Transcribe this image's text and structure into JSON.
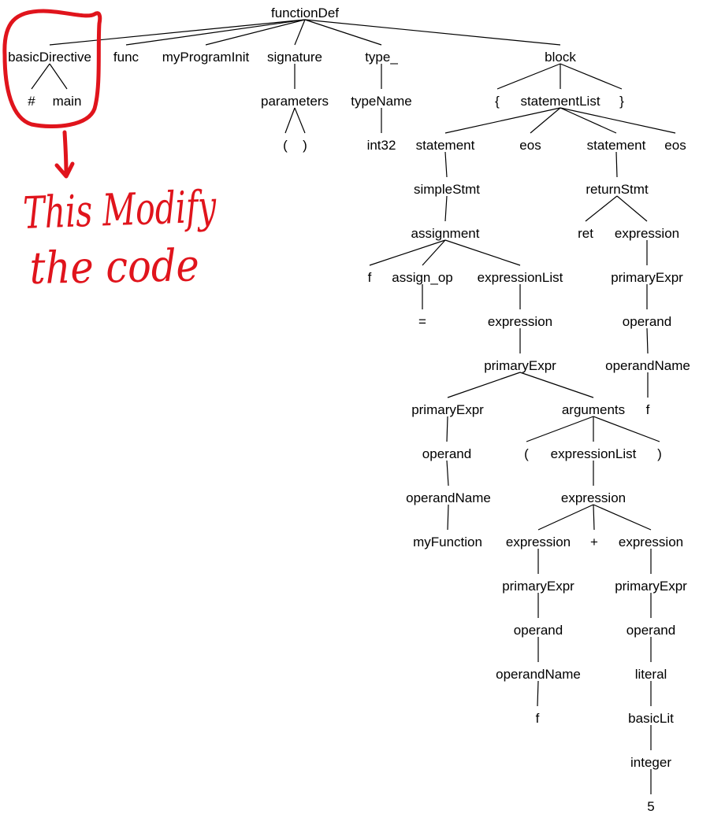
{
  "colors": {
    "text": "#000000",
    "edge": "#000000",
    "annotation": "#e0141c",
    "background": "#ffffff"
  },
  "tree": {
    "functionDef": "functionDef",
    "basicDirective": "basicDirective",
    "hash": "#",
    "main": "main",
    "func": "func",
    "myProgramInit": "myProgramInit",
    "signature": "signature",
    "parameters": "parameters",
    "lparen_params": "(",
    "rparen_params": ")",
    "type_": "type_",
    "typeName": "typeName",
    "int32": "int32",
    "block": "block",
    "lbrace": "{",
    "statementList": "statementList",
    "rbrace": "}",
    "statement1": "statement",
    "eos1": "eos",
    "statement2": "statement",
    "eos2": "eos",
    "simpleStmt": "simpleStmt",
    "assignment": "assignment",
    "f_assign": "f",
    "assign_op": "assign_op",
    "equals": "=",
    "expressionList1": "expressionList",
    "expression1": "expression",
    "primaryExpr1": "primaryExpr",
    "primaryExpr2": "primaryExpr",
    "operand1": "operand",
    "operandName1": "operandName",
    "myFunction": "myFunction",
    "arguments": "arguments",
    "lparen_args": "(",
    "expressionList2": "expressionList",
    "rparen_args": ")",
    "expression2": "expression",
    "expression3": "expression",
    "plus": "+",
    "expression4": "expression",
    "primaryExpr3": "primaryExpr",
    "operand2": "operand",
    "operandName2": "operandName",
    "f_arg": "f",
    "primaryExpr4": "primaryExpr",
    "operand3": "operand",
    "literal": "literal",
    "basicLit": "basicLit",
    "integer": "integer",
    "five": "5",
    "returnStmt": "returnStmt",
    "ret": "ret",
    "expression5": "expression",
    "primaryExpr5": "primaryExpr",
    "operand4": "operand",
    "operandName3": "operandName",
    "f_ret": "f"
  },
  "annotation": {
    "line1": "This Modify",
    "line2": "the code"
  }
}
